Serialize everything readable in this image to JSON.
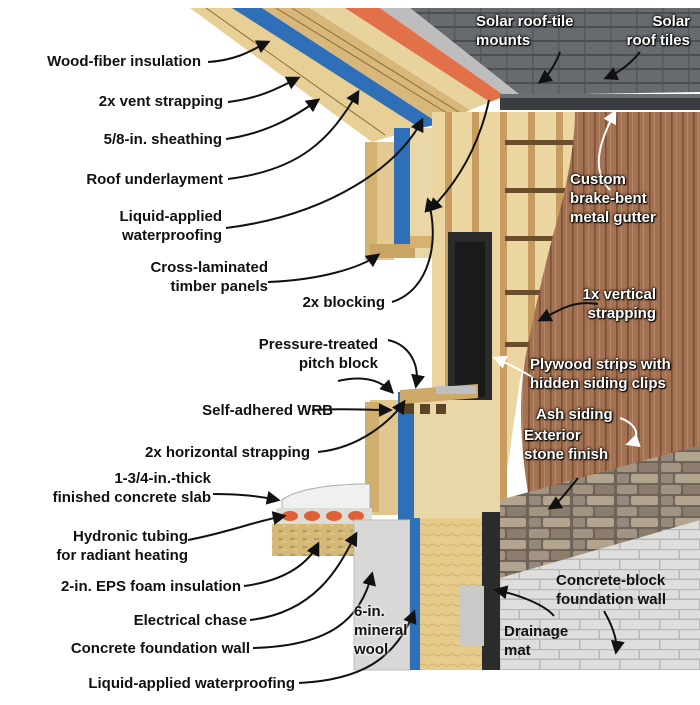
{
  "labels": {
    "wood_fiber_insulation": "Wood-fiber insulation",
    "vent_strapping": "2x vent strapping",
    "sheathing": "5/8-in. sheathing",
    "roof_underlayment": "Roof underlayment",
    "liquid_waterproofing_top": "Liquid-applied\nwaterproofing",
    "clt_panels": "Cross-laminated\ntimber panels",
    "blocking": "2x blocking",
    "pitch_block": "Pressure-treated\npitch block",
    "wrb": "Self-adhered WRB",
    "horizontal_strapping": "2x horizontal strapping",
    "concrete_slab": "1-3/4-in.-thick\nfinished concrete slab",
    "hydronic_tubing": "Hydronic tubing\nfor radiant heating",
    "eps_foam": "2-in. EPS foam insulation",
    "electrical_chase": "Electrical chase",
    "foundation_wall": "Concrete foundation wall",
    "liquid_waterproofing_bottom": "Liquid-applied waterproofing",
    "mineral_wool": "6-in.\nmineral\nwool",
    "drainage_mat": "Drainage\nmat",
    "block_foundation": "Concrete-block\nfoundation wall",
    "solar_mounts": "Solar roof-tile\nmounts",
    "solar_tiles": "Solar\nroof tiles",
    "gutter": "Custom\nbrake-bent\nmetal gutter",
    "vertical_strapping": "1x vertical\nstrapping",
    "plywood_strips": "Plywood strips with\nhidden siding clips",
    "ash_siding": "Ash siding",
    "stone_finish": "Exterior\nstone finish"
  },
  "colors": {
    "wood": "#e2c68f",
    "wood_dark": "#b98f52",
    "insulation": "#ead7a8",
    "wrb_blue": "#2f6fb8",
    "siding": "#a17050",
    "roof_tiles": "#5f6368",
    "stone": "#8f8273",
    "concrete": "#d8d8d6",
    "tubing": "#d9532b",
    "arrow": "#111111"
  }
}
